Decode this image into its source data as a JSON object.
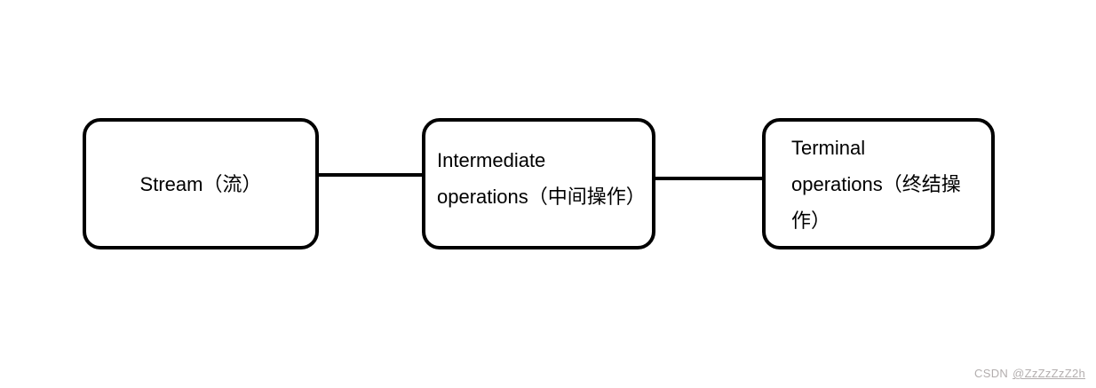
{
  "diagram": {
    "background_color": "#ffffff",
    "node_border_color": "#000000",
    "node_fill_color": "#ffffff",
    "connector_color": "#000000",
    "nodes": [
      {
        "id": "stream",
        "label": "Stream（流）",
        "lines": [
          "Stream（流）"
        ]
      },
      {
        "id": "intermediate-operations",
        "label": "Intermediate operations（中间操作）",
        "lines": [
          "Intermediate",
          "operations（中间操作）"
        ]
      },
      {
        "id": "terminal-operations",
        "label": "Terminal operations（终结操作）",
        "lines": [
          "Terminal",
          "operations（终结操",
          "作）"
        ]
      }
    ],
    "connectors": [
      {
        "from": "stream",
        "to": "intermediate-operations"
      },
      {
        "from": "intermediate-operations",
        "to": "terminal-operations"
      }
    ]
  },
  "watermark": {
    "prefix": "CSDN",
    "handle": "@ZzZzZzZ2h",
    "color": "#b3aeae"
  }
}
